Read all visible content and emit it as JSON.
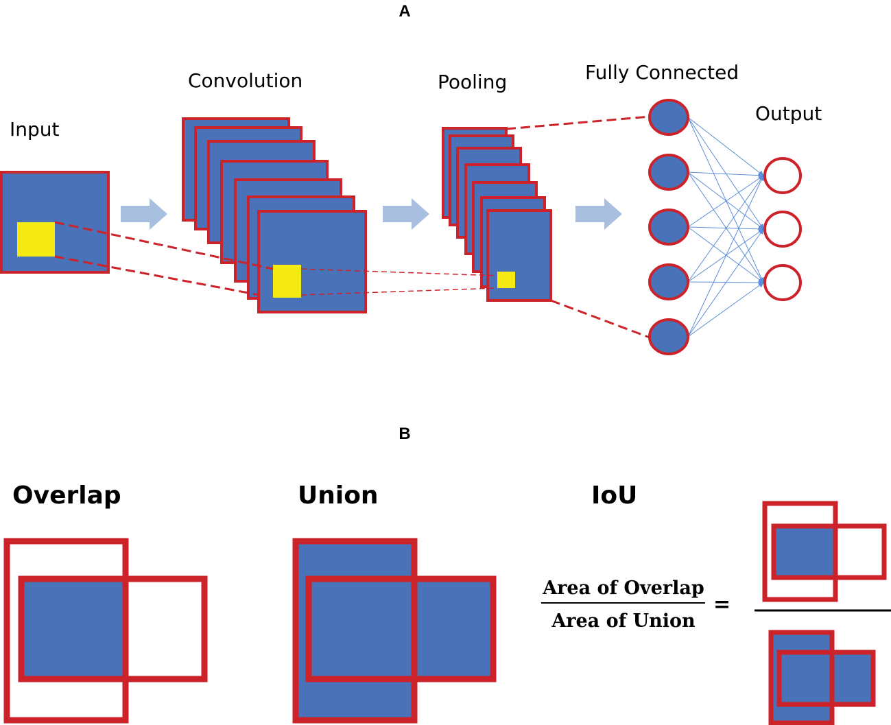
{
  "panel_a": {
    "label": "A",
    "layers": {
      "input": "Input",
      "convolution": "Convolution",
      "pooling": "Pooling",
      "fully_connected": "Fully Connected",
      "output": "Output"
    },
    "hidden_nodes": 5,
    "output_nodes": 3
  },
  "panel_b": {
    "label": "B",
    "overlap_title": "Overlap",
    "union_title": "Union",
    "iou_title": "IoU",
    "numerator": "Area of Overlap",
    "denominator": "Area of Union",
    "equals": "="
  },
  "colors": {
    "fill_blue": "#4a72b8",
    "border_red": "#cc2229",
    "highlight_yellow": "#f5ea14",
    "arrow_lightblue": "#a9bfe0",
    "connection_blue": "#5b8ed8"
  }
}
